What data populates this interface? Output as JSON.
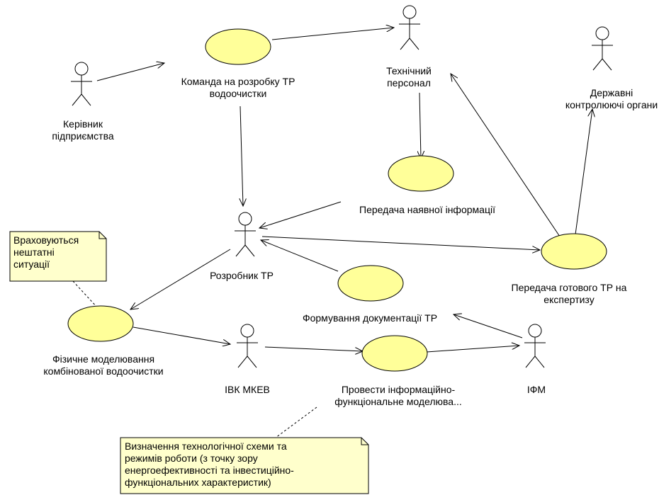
{
  "colors": {
    "usecase_fill": "#ffff99",
    "note_fill": "#ffffcc",
    "stroke": "#000000"
  },
  "actors": {
    "kerivnyk": [
      "Керівник",
      "підприємства"
    ],
    "tekh_personal": [
      "Технічний",
      "персонал"
    ],
    "derzh_organy": [
      "Державні",
      "контролюючі органи"
    ],
    "rozrobnyk": [
      "Розробник ТР"
    ],
    "ivk": [
      "ІВК МКЕВ"
    ],
    "ifm": [
      "ІФМ"
    ]
  },
  "usecases": {
    "komanda": [
      "Команда на розробку ТР",
      "водоочистки"
    ],
    "peredacha_info": [
      "Передача наявної інформації"
    ],
    "peredacha_tr": [
      "Передача готового ТР на",
      "експертизу"
    ],
    "formuvannia": [
      "Формування документації ТР"
    ],
    "fizychne": [
      "Фізичне моделювання",
      "комбінованої водоочистки"
    ],
    "provesty": [
      "Провести інформаційно-",
      "функціональне моделюва..."
    ]
  },
  "notes": {
    "nshtatni": [
      "Враховуються",
      "нештатні",
      "ситуації"
    ],
    "vyznachennia": [
      "Визначення технологічної схеми та",
      "режимів роботи (з точку зору",
      "енергоефективності та інвестиційно-",
      "функціональних характеристик)"
    ]
  }
}
